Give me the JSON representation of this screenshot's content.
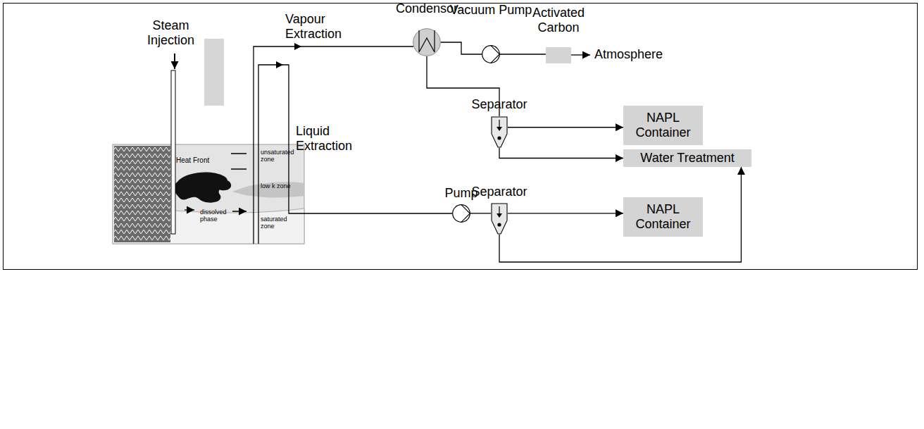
{
  "diagram": {
    "nodes": [
      {
        "text": [
          "Condensor"
        ]
      },
      {
        "text": [
          "Vacuum Pump"
        ]
      },
      {
        "text": [
          "Activated Carbon"
        ]
      },
      {
        "text": [
          "Separator"
        ]
      },
      {
        "text": [
          "NAPL Container"
        ]
      },
      {
        "text": [
          "Water Treatment"
        ]
      },
      {
        "text": [
          "Pump"
        ]
      },
      {
        "text": [
          "Separator"
        ]
      },
      {
        "text": [
          "NAPL Container"
        ]
      }
    ],
    "edges": [
      {
        "from": 0,
        "to": 1,
        "arrow": "none"
      },
      {
        "from": 1,
        "to": 2,
        "arrow": "none"
      },
      {
        "from": 0,
        "to": 3,
        "arrow": "none"
      },
      {
        "from": 3,
        "to": 4,
        "arrow": "to"
      },
      {
        "from": 3,
        "to": 5,
        "arrow": "to"
      },
      {
        "from": 6,
        "to": 7,
        "arrow": "none"
      },
      {
        "from": 7,
        "to": 8,
        "arrow": "to"
      },
      {
        "from": 7,
        "to": 5,
        "arrow": "to"
      }
    ],
    "labels": [
      "Steam Injection",
      "Heat Front",
      "unsaturated zone",
      "low k zone",
      "dissolved phase",
      "saturated zone",
      "Vapour Extraction",
      "Liquid Extraction",
      "Atmosphere"
    ]
  }
}
